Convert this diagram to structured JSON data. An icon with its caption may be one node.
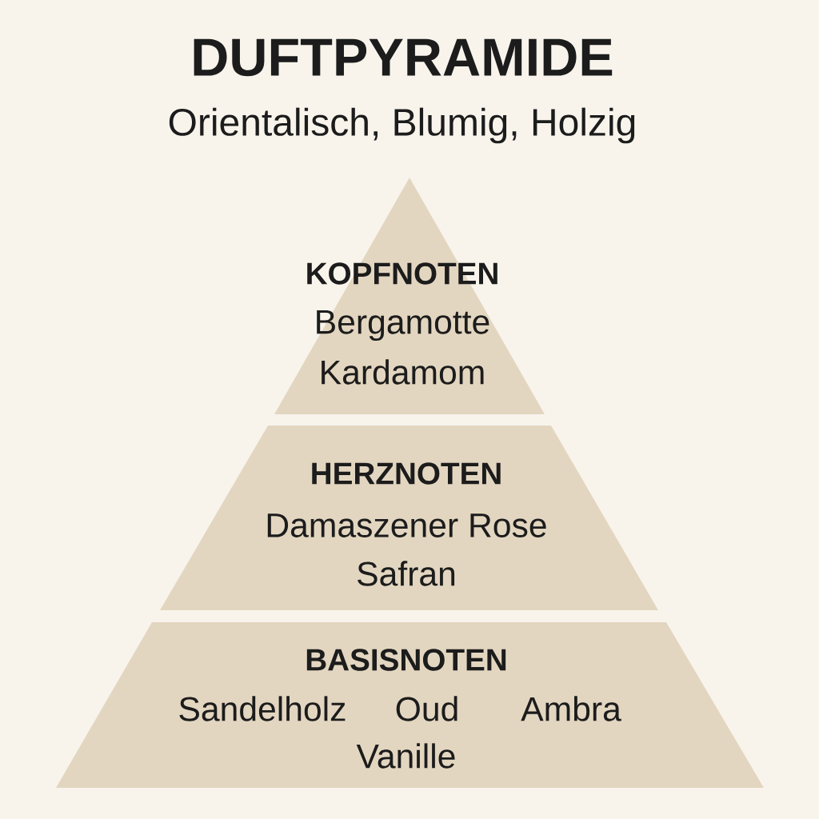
{
  "diagram": {
    "title": "DUFTPYRAMIDE",
    "nodes": [
      {
        "text": [
          "KOPFNOTEN",
          "Bergamotte",
          "Kardamom"
        ]
      },
      {
        "text": [
          "HERZNOTEN",
          "Damaszener Rose",
          "Safran"
        ]
      },
      {
        "text": [
          "BASISNOTEN",
          "Sandelholz",
          "Oud",
          "Ambra",
          "Vanille"
        ]
      }
    ],
    "edges": [],
    "labels": [
      "Orientalisch, Blumig, Holzig"
    ]
  }
}
